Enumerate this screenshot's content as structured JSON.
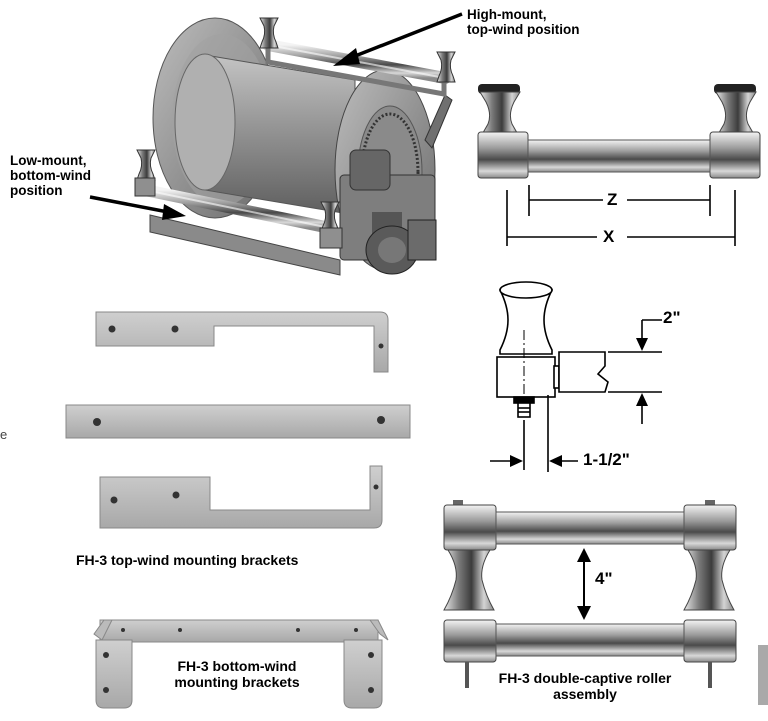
{
  "labels": {
    "high_mount_line1": "High-mount,",
    "high_mount_line2": "top-wind position",
    "low_mount_line1": "Low-mount,",
    "low_mount_line2": "bottom-wind",
    "low_mount_line3": "position"
  },
  "dimensions": {
    "z": "Z",
    "x": "X",
    "two_inch": "2\"",
    "one_half": "1-1/2\"",
    "four_inch": "4\""
  },
  "captions": {
    "top_wind": "FH-3 top-wind mounting brackets",
    "bottom_wind_line1": "FH-3 bottom-wind",
    "bottom_wind_line2": "mounting brackets",
    "double_captive_line1": "FH-3 double-captive roller",
    "double_captive_line2": "assembly"
  },
  "stray_text": "e"
}
